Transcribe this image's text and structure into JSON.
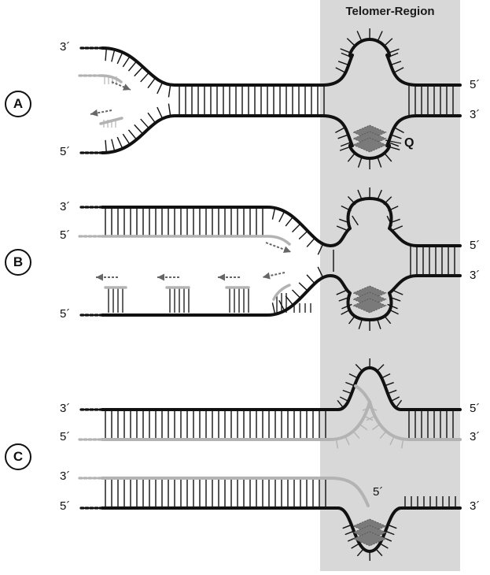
{
  "region": {
    "title": "Telomer-Region",
    "color": "#d8d8d8"
  },
  "colors": {
    "original_strand": "#111111",
    "new_strand": "#b3b3b3",
    "g_quadruplex": "#7a7a7a"
  },
  "panels": [
    {
      "id": "A",
      "label": "A",
      "ends": {
        "top_left": "3´",
        "bottom_left": "5´",
        "right_top": "5´",
        "right_bottom": "3´"
      },
      "quadruplex_label": "Q"
    },
    {
      "id": "B",
      "label": "B",
      "ends": {
        "top_left": "3´",
        "new_left": "5´",
        "bottom_left": "5´",
        "right_top": "5´",
        "right_bottom": "3´"
      }
    },
    {
      "id": "C",
      "label": "C",
      "ends": {
        "top1_left": "3´",
        "top2_left": "5´",
        "top1_right": "5´",
        "top2_right": "3´",
        "bottom1_left": "3´",
        "bottom2_left": "5´",
        "bottom2_right": "3´",
        "inner": "5´"
      }
    }
  ]
}
